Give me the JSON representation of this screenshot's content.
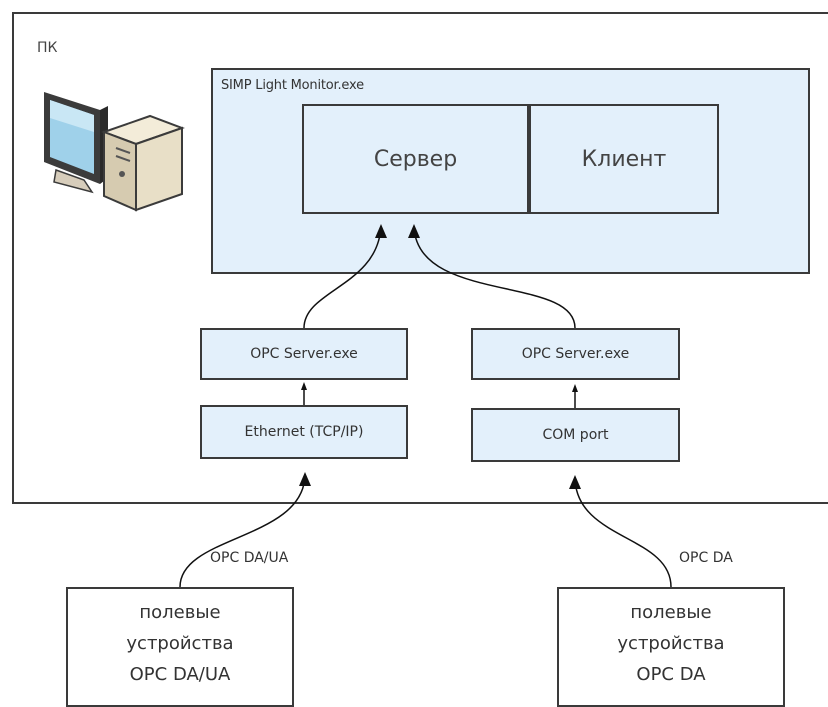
{
  "pc": {
    "label": "ПК"
  },
  "app": {
    "title": "SIMP Light Monitor.exe",
    "server_label": "Сервер",
    "client_label": "Клиент"
  },
  "left_chain": {
    "opc_server": "OPC Server.exe",
    "interface": "Ethernet (TCP/IP)",
    "connection_label": "OPC DA/UA",
    "field_devices": [
      "полевые",
      "устройства",
      "OPC DA/UA"
    ]
  },
  "right_chain": {
    "opc_server": "OPC Server.exe",
    "interface": "COM port",
    "connection_label": "OPC DA",
    "field_devices": [
      "полевые",
      "устройства",
      "OPC DA"
    ]
  },
  "icons": {
    "computer": "desktop-computer-icon"
  },
  "colors": {
    "box_fill": "#e3f0fb",
    "stroke": "#3a3a3a"
  }
}
